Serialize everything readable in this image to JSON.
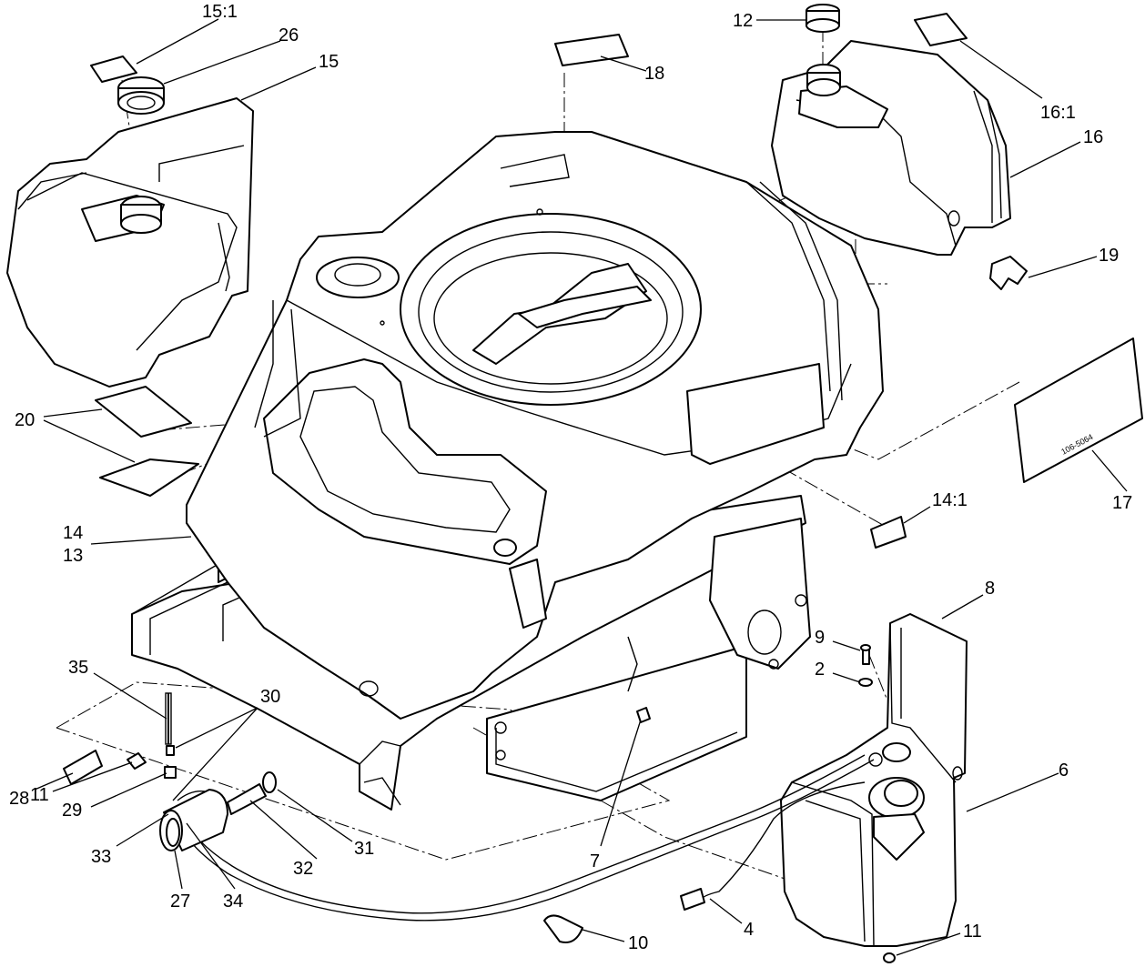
{
  "callouts": {
    "c1": "15:1",
    "c2": "26",
    "c3": "15",
    "c4": "12",
    "c5": "18",
    "c6": "16:1",
    "c7": "16",
    "c8": "19",
    "c9": "20",
    "c10": "17",
    "c11": "14",
    "c12": "13",
    "c13": "14:1",
    "c14": "8",
    "c15": "9",
    "c16": "2",
    "c17": "35",
    "c18": "30",
    "c19": "28",
    "c20": "11",
    "c21": "29",
    "c22": "33",
    "c23": "31",
    "c24": "32",
    "c25": "27",
    "c26": "34",
    "c27": "7",
    "c28": "6",
    "c29": "4",
    "c30": "10",
    "c31": "11"
  },
  "decal_17_text": "106-5064"
}
